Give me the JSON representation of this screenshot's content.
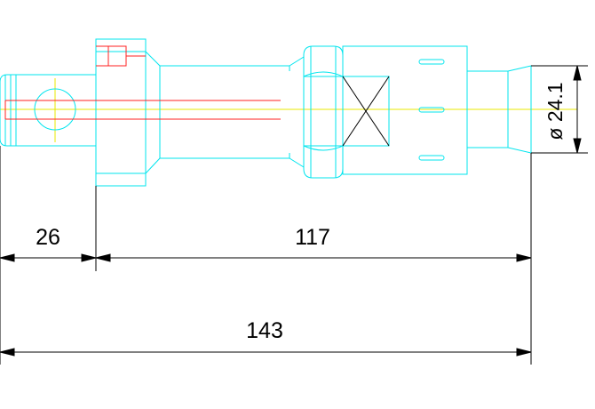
{
  "colors": {
    "outline": "#00e5ee",
    "centerline": "#e8e800",
    "detail": "#ff2020",
    "dimension": "#000000",
    "background": "#ffffff"
  },
  "dimensions": {
    "left_segment": "26",
    "middle_segment": "117",
    "overall_length": "143",
    "diameter": "ø 24.1"
  }
}
